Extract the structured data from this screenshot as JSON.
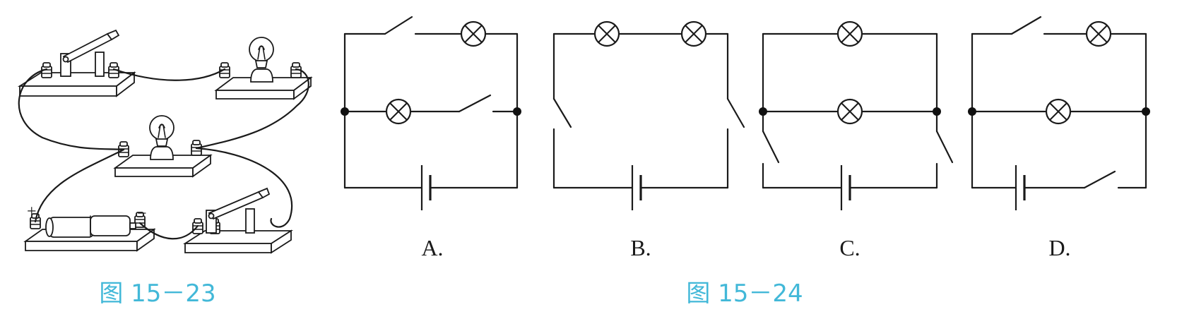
{
  "figures": {
    "physical": {
      "caption": "图 15－23",
      "terminal_plus": "+",
      "terminal_minus": "−"
    },
    "circuits": {
      "caption": "图 15－24",
      "options": [
        {
          "label": "A."
        },
        {
          "label": "B."
        },
        {
          "label": "C."
        },
        {
          "label": "D."
        }
      ]
    }
  },
  "colors": {
    "caption": "#42b8d8",
    "line": "#1a1a1a"
  },
  "icons": [
    "knife-switch-icon",
    "light-bulb-icon",
    "battery-icon",
    "lamp-symbol-icon",
    "battery-symbol-icon",
    "switch-symbol-icon"
  ]
}
